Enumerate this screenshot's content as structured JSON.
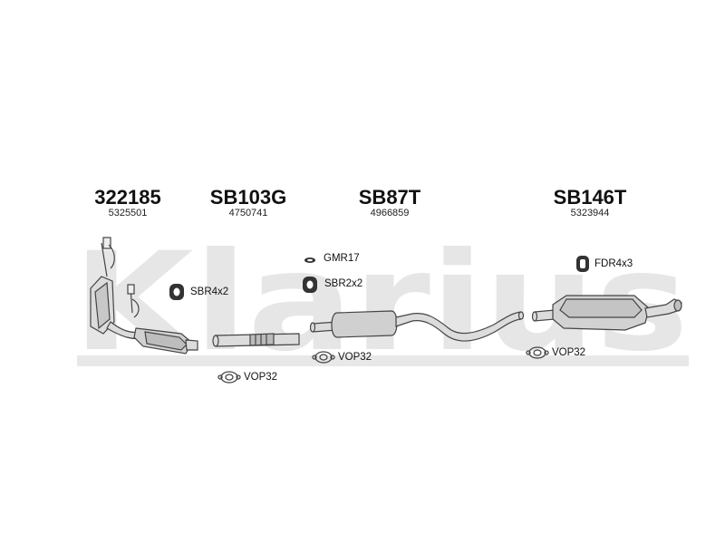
{
  "watermark": "Klarius",
  "parts": [
    {
      "code": "322185",
      "number": "5325501"
    },
    {
      "code": "SB103G",
      "number": "4750741"
    },
    {
      "code": "SB87T",
      "number": "4966859"
    },
    {
      "code": "SB146T",
      "number": "5323944"
    }
  ],
  "fittings": {
    "gmr": "GMR17",
    "sbr2": "SBR2x2",
    "sbr4": "SBR4x2",
    "fdr": "FDR4x3",
    "vop_left": "VOP32",
    "vop_mid": "VOP32",
    "vop_right": "VOP32"
  },
  "colors": {
    "watermark": "#e4e4e4",
    "line": "#444444",
    "part_fill": "#d9d9d9"
  }
}
